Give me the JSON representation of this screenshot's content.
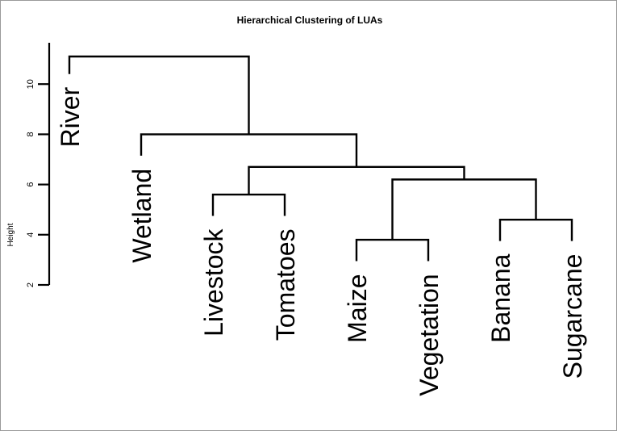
{
  "chart_data": {
    "type": "dendrogram",
    "title": "Hierarchical Clustering of LUAs",
    "ylabel": "Height",
    "xlabel": "",
    "ylim": [
      2,
      11.5
    ],
    "yticks": [
      2,
      4,
      6,
      8,
      10
    ],
    "leaves": [
      "River",
      "Wetland",
      "Livestock",
      "Tomatoes",
      "Maize",
      "Vegetation",
      "Banana",
      "Sugarcane"
    ],
    "leaf_label_height": 10.4,
    "merges": [
      {
        "left": "Livestock",
        "right": "Tomatoes",
        "height": 5.6
      },
      {
        "left": "Maize",
        "right": "Vegetation",
        "height": 3.8
      },
      {
        "left": "Banana",
        "right": "Sugarcane",
        "height": 4.6
      },
      {
        "left": "Maize,Vegetation",
        "right": "Banana,Sugarcane",
        "height": 6.2
      },
      {
        "left": "Livestock,Tomatoes",
        "right": "Maize,Vegetation,Banana,Sugarcane",
        "height": 6.7
      },
      {
        "left": "Wetland",
        "right": "Livestock,Tomatoes,Maize,Vegetation,Banana,Sugarcane",
        "height": 8.0
      },
      {
        "left": "River",
        "right": "Wetland,Livestock,Tomatoes,Maize,Vegetation,Banana,Sugarcane",
        "height": 11.1
      }
    ]
  }
}
